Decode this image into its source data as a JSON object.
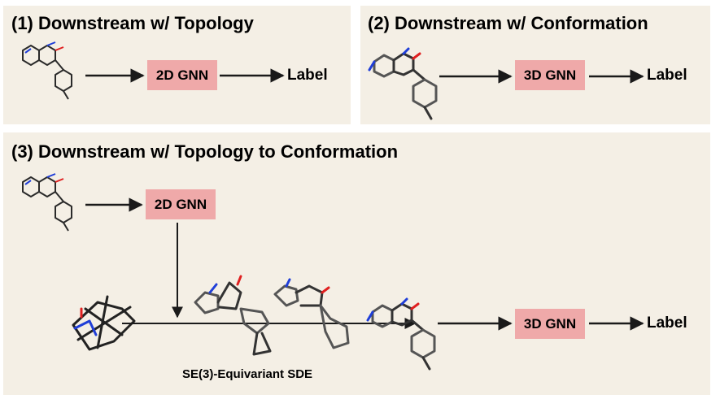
{
  "panels": [
    {
      "title": "(1) Downstream w/ Topology",
      "box": "2D GNN",
      "output": "Label"
    },
    {
      "title": "(2) Downstream w/ Conformation",
      "box": "3D GNN",
      "output": "Label"
    },
    {
      "title": "(3) Downstream w/ Topology to Conformation",
      "box_2d": "2D GNN",
      "box_3d": "3D GNN",
      "output": "Label",
      "process_caption": "SE(3)-Equivariant SDE"
    }
  ],
  "colors": {
    "panel_bg": "#f4efe5",
    "gnn_box": "#efa9a9",
    "bond": "#2a2a2a",
    "nitrogen": "#1f3ed8",
    "oxygen": "#e02020"
  },
  "icons": [
    "molecule-2d-icon",
    "molecule-3d-icon",
    "arrow-icon"
  ]
}
